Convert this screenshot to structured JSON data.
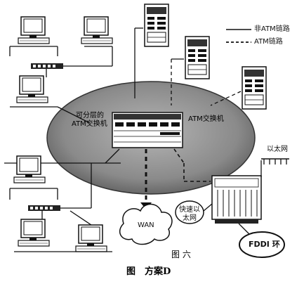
{
  "legend": {
    "non_atm_link": "非ATM链路",
    "atm_link": "ATM链路"
  },
  "core": {
    "left_label_line1": "可分层的",
    "left_label_line2": "ATM交换机",
    "right_label": "ATM交换机"
  },
  "wan_label": "WAN",
  "fast_ethernet_label_line1": "快速以",
  "fast_ethernet_label_line2": "太网",
  "ethernet_label": "以太网",
  "fddi_label": "FDDI 环",
  "figure_number": "图 六",
  "figure_caption": "图　方案D",
  "colors": {
    "ellipse_fill": "#8a8a8a",
    "line": "#111111",
    "paper": "#ffffff"
  }
}
